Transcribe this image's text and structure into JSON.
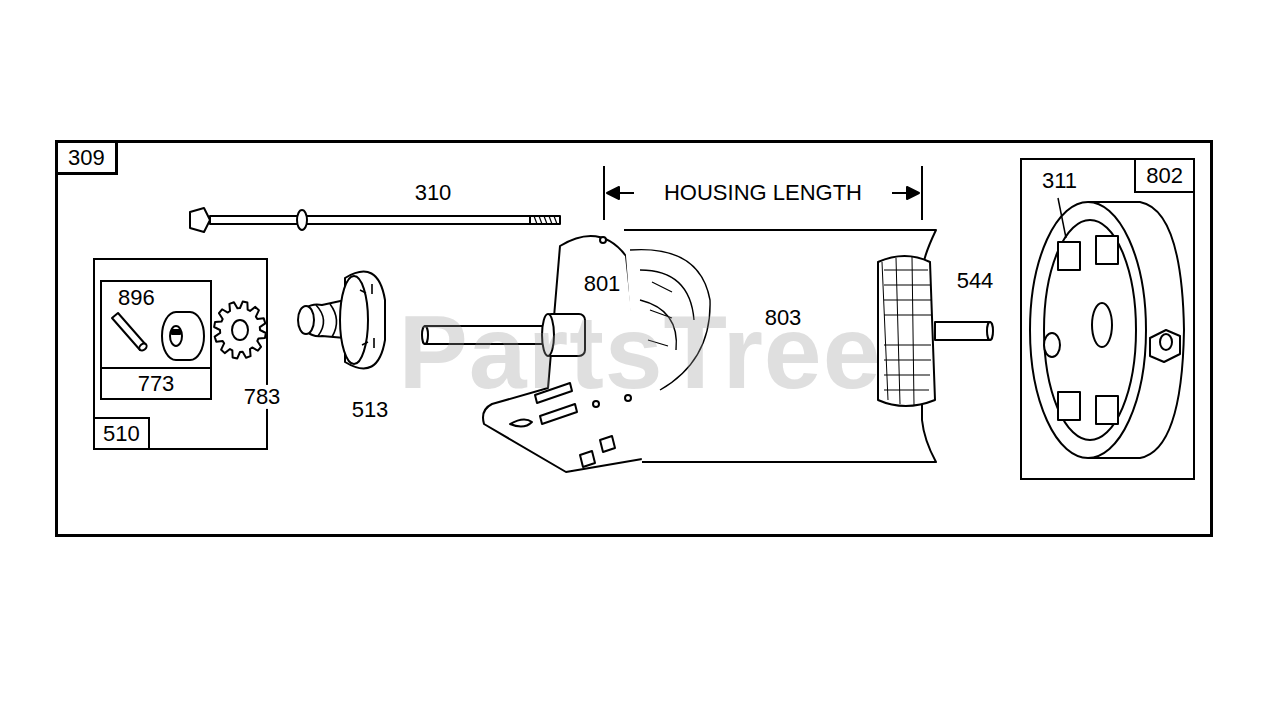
{
  "diagram": {
    "nodes": [
      {
        "text": [
          "309"
        ]
      },
      {
        "text": [
          "510"
        ],
        "in": 0
      },
      {
        "text": [
          "896",
          "773"
        ],
        "in": 1
      },
      {
        "text": [
          "802",
          "311"
        ],
        "in": 0
      }
    ],
    "labels": [
      "310",
      "HOUSING LENGTH",
      "801",
      "803",
      "544",
      "783",
      "513",
      "PartsTree"
    ]
  }
}
